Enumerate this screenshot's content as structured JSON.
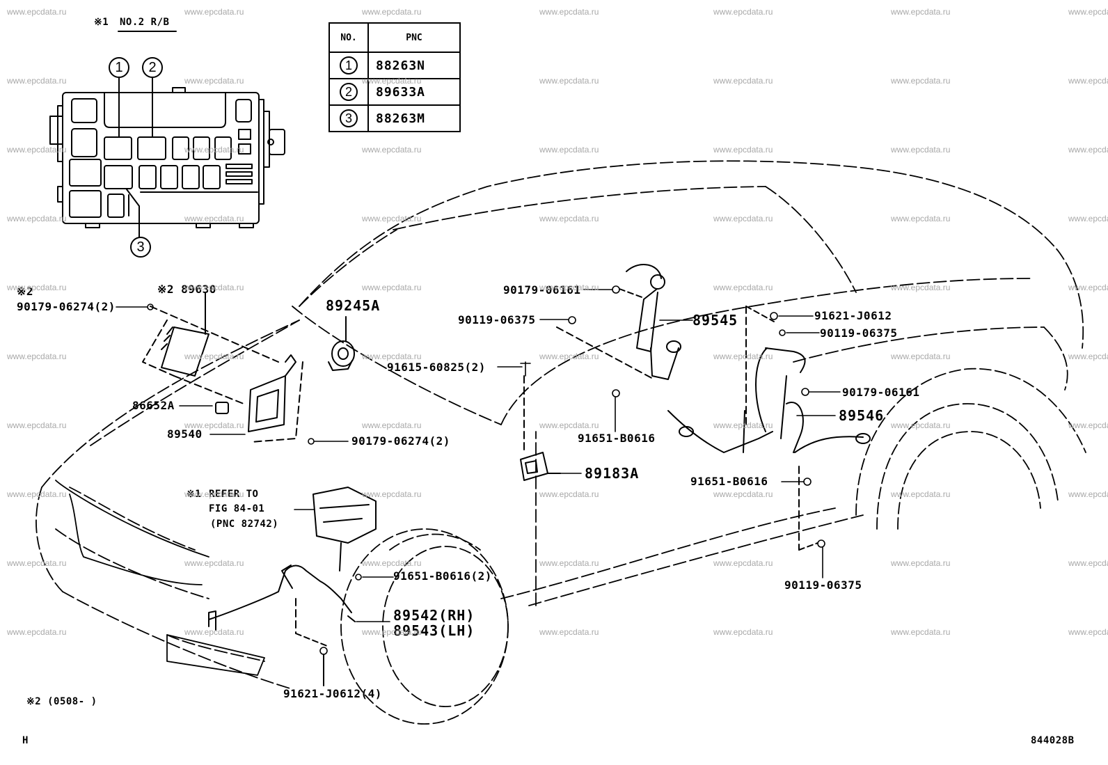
{
  "diagram": {
    "title_note": "※1",
    "title": "NO.2 R/B",
    "figure_code": "844028B",
    "region_code": "H",
    "footnote": "※2 (0508-     )"
  },
  "pnc_table": {
    "headers": [
      "NO.",
      "PNC"
    ],
    "rows": [
      {
        "no": "1",
        "pnc": "88263N"
      },
      {
        "no": "2",
        "pnc": "89633A"
      },
      {
        "no": "3",
        "pnc": "88263M"
      }
    ]
  },
  "relay_block_callouts": [
    "1",
    "2",
    "3"
  ],
  "part_labels": {
    "p89630": "※2  89630",
    "p90179_06274_a_note": "※2",
    "p90179_06274_a": "90179-06274(2)",
    "p86652A": "86652A",
    "p89540": "89540",
    "p90179_06274_b": "90179-06274(2)",
    "p89245A": "89245A",
    "p90179_06161_a": "90179-06161",
    "p90119_06375_a": "90119-06375",
    "p91615_60825": "91615-60825(2)",
    "p89545": "89545",
    "p91651_B0616_a": "91651-B0616",
    "p89183A": "89183A",
    "p91621_J0612_a": "91621-J0612",
    "p90119_06375_b": "90119-06375",
    "p90179_06161_b": "90179-06161",
    "p89546": "89546",
    "p91651_B0616_b": "91651-B0616",
    "p90119_06375_c": "90119-06375",
    "refer_note": "※1",
    "refer_line1": "REFER TO",
    "refer_line2": "FIG 84-01",
    "refer_line3": "(PNC 82742)",
    "p91651_B0616_c": "91651-B0616(2)",
    "p89542": "89542(RH)",
    "p89543": "89543(LH)",
    "p91621_J0612_b": "91621-J0612(4)"
  },
  "watermark": "www.epcdata.ru"
}
